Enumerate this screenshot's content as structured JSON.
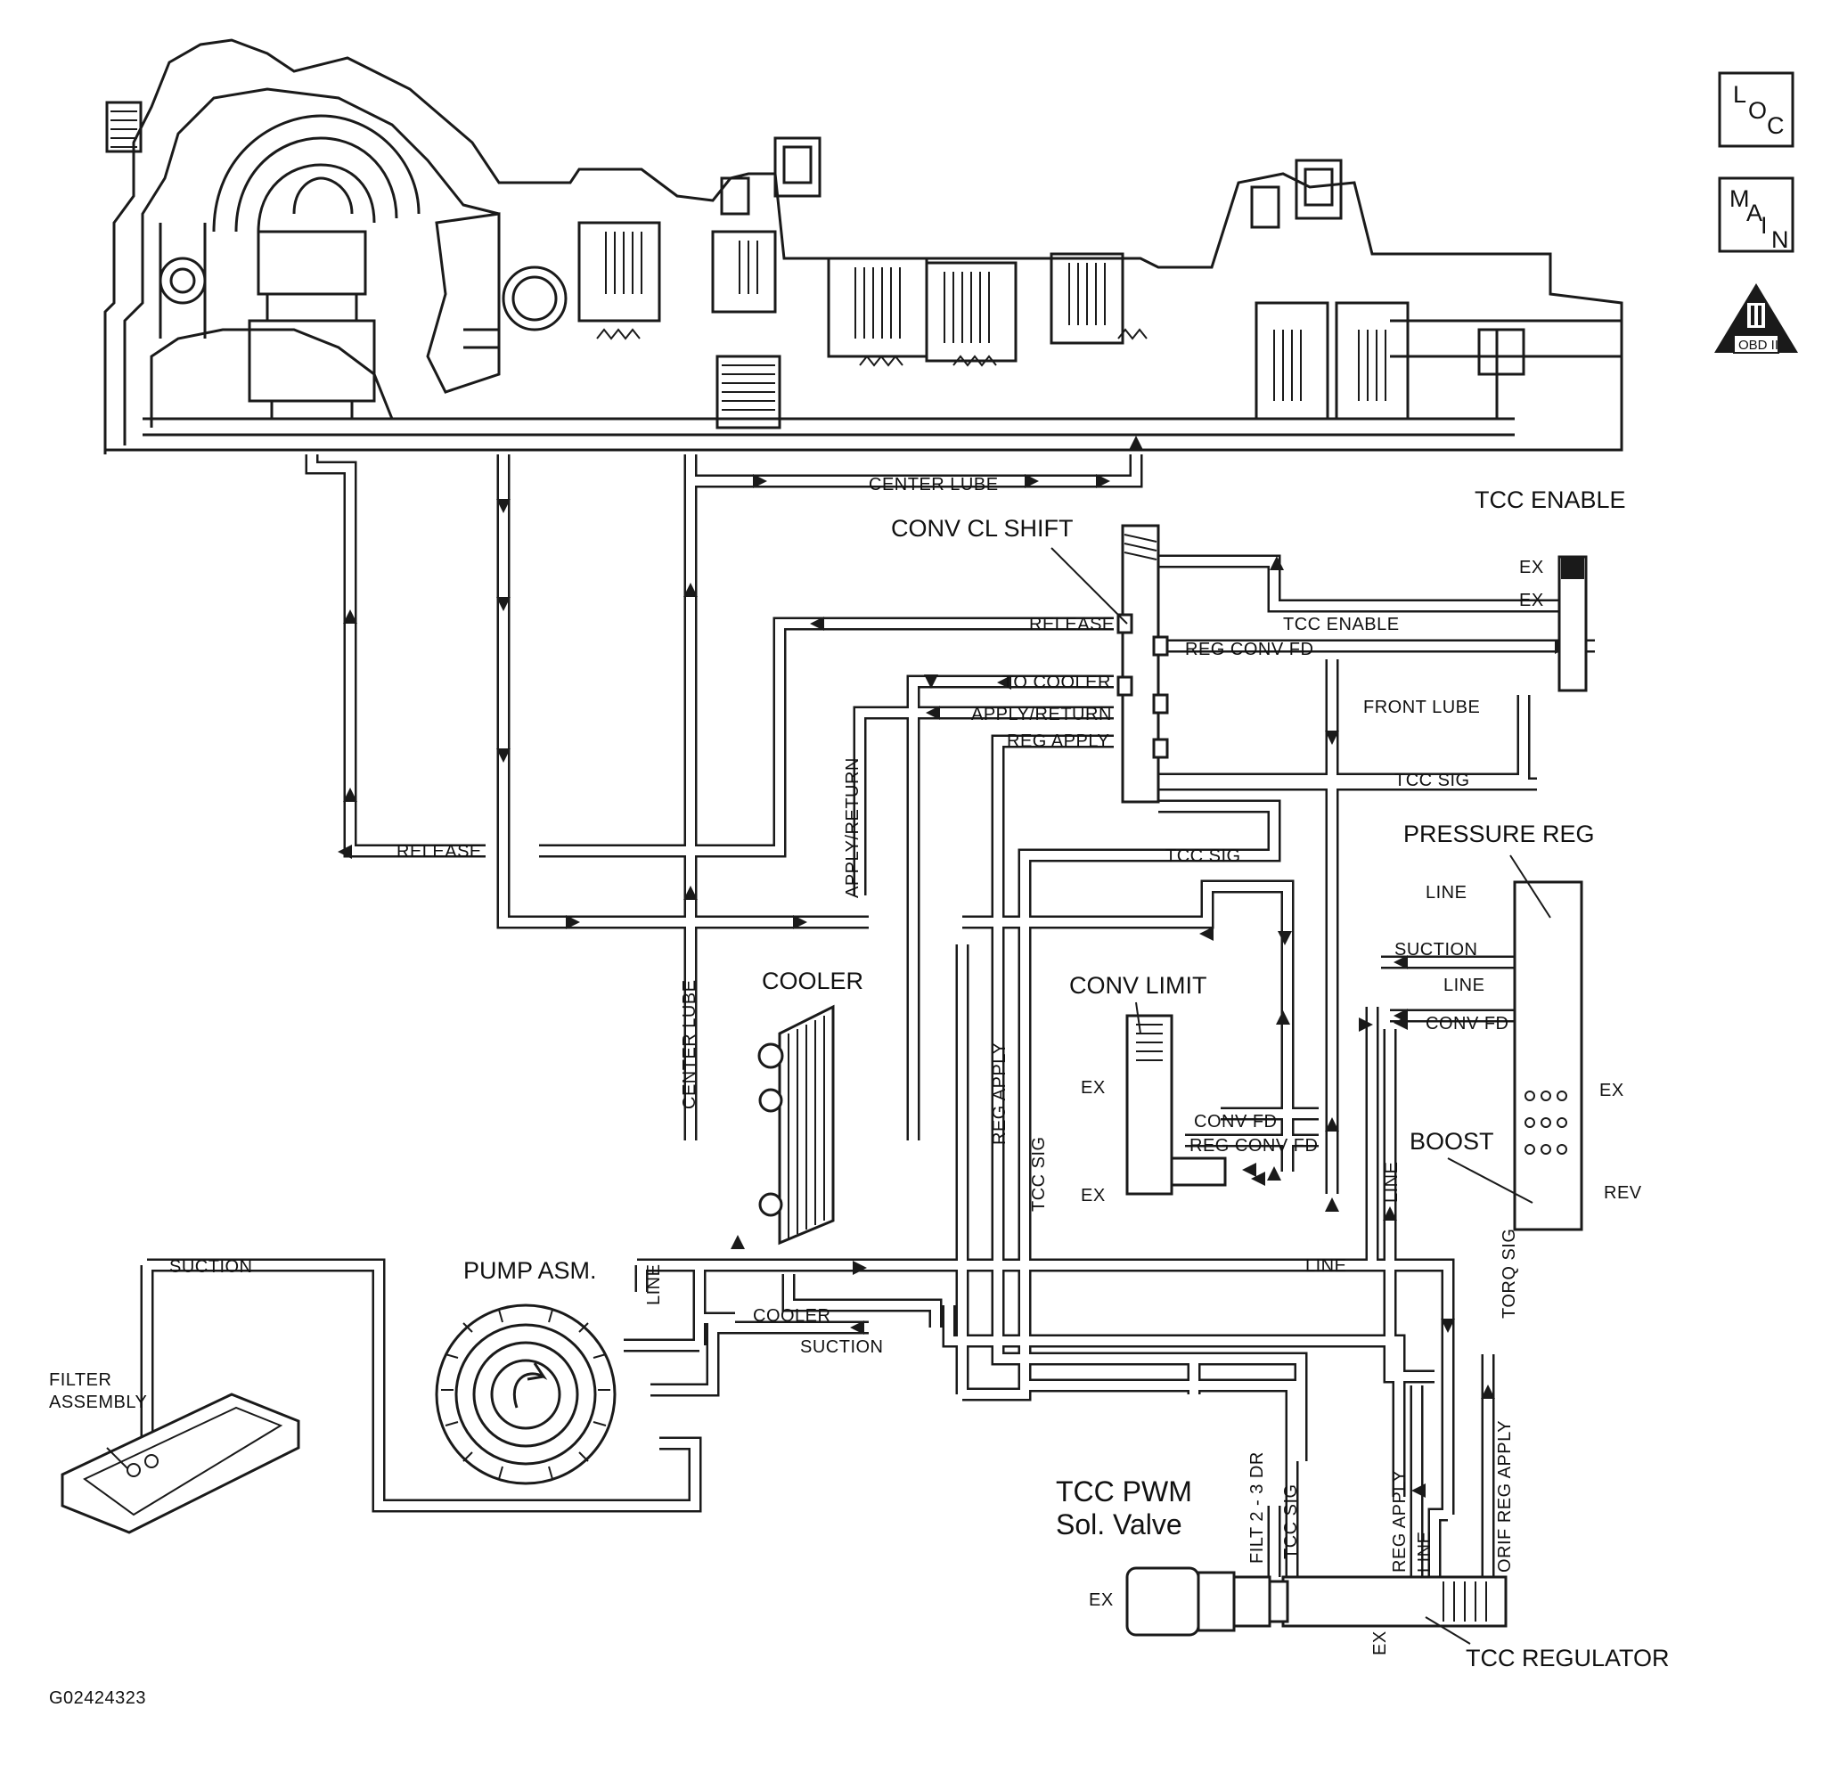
{
  "nav": {
    "loc_letters": [
      "L",
      "O",
      "C"
    ],
    "main_letters": [
      "M",
      "A",
      "I",
      "N"
    ],
    "obd_label": "OBD II"
  },
  "components": {
    "conv_cl_shift": "CONV CL SHIFT",
    "tcc_enable": "TCC ENABLE",
    "pressure_reg": "PRESSURE REG",
    "conv_limit": "CONV LIMIT",
    "boost": "BOOST",
    "cooler": "COOLER",
    "pump": "PUMP ASM.",
    "filter_line1": "FILTER",
    "filter_line2": "ASSEMBLY",
    "tcc_pwm_line1": "TCC PWM",
    "tcc_pwm_line2": "Sol. Valve",
    "tcc_regulator": "TCC REGULATOR"
  },
  "passages": {
    "center_lube_top": "CENTER LUBE",
    "release_top": "RELEASE",
    "tcc_enable_line": "TCC ENABLE",
    "reg_conv_fd_top": "REG CONV FD",
    "to_cooler": "TO COOLER",
    "front_lube": "FRONT LUBE",
    "apply_return_h": "APPLY/RETURN",
    "reg_apply_h": "REG APPLY",
    "tcc_sig_right": "TCC SIG",
    "release_left": "RELEASE",
    "tcc_sig_mid": "TCC SIG",
    "apply_return_v": "APPLY/RETURN",
    "line_pr1": "LINE",
    "suction_pr": "SUCTION",
    "line_pr2": "LINE",
    "conv_fd_pr": "CONV FD",
    "center_lube_v": "CENTER LUBE",
    "reg_apply_v": "REG APPLY",
    "tcc_sig_v": "TCC SIG",
    "conv_fd_cl": "CONV FD",
    "reg_conv_fd_cl": "REG CONV FD",
    "line_v_right": "LINE",
    "line_h": "LINE",
    "line_pump": "LINE",
    "suction_left": "SUCTION",
    "cooler_bottom": "COOLER",
    "suction_bottom": "SUCTION",
    "torq_sig": "TORQ SIG",
    "filt_2_3_dr": "FILT 2 - 3 DR",
    "tcc_sig_bottom": "TCC SIG",
    "reg_apply_bottom": "REG APPLY",
    "line_bottom": "LINE",
    "orif_reg_apply": "ORIF REG APPLY"
  },
  "exhaust": {
    "ex_enable_1": "EX",
    "ex_enable_2": "EX",
    "ex_conv_limit_1": "EX",
    "ex_conv_limit_2": "EX",
    "ex_pressure_reg": "EX",
    "rev": "REV",
    "ex_pwm": "EX",
    "ex_regulator": "EX"
  },
  "figure_id": "G02424323"
}
